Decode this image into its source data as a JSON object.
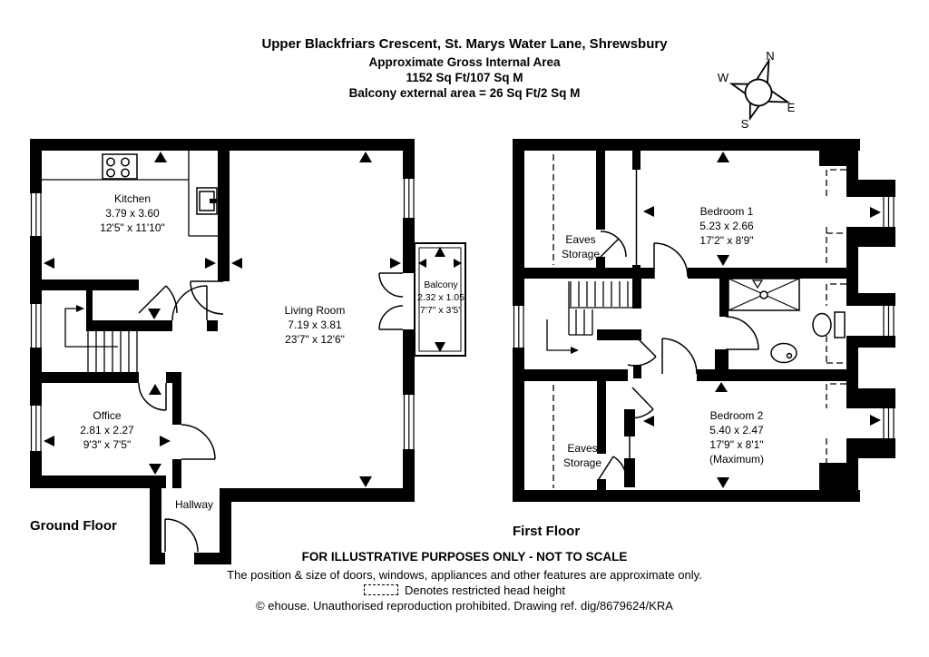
{
  "header": {
    "title": "Upper Blackfriars Crescent, St. Marys Water Lane, Shrewsbury",
    "subtitle": "Approximate Gross Internal Area",
    "area": "1152 Sq Ft/107 Sq M",
    "balcony_area": "Balcony external area = 26 Sq Ft/2 Sq M"
  },
  "compass": {
    "n": "N",
    "e": "E",
    "s": "S",
    "w": "W"
  },
  "floors": {
    "ground": {
      "label": "Ground Floor",
      "rooms": {
        "kitchen": {
          "name": "Kitchen",
          "metric": "3.79 x 3.60",
          "imperial": "12'5\" x 11'10\""
        },
        "living": {
          "name": "Living Room",
          "metric": "7.19 x 3.81",
          "imperial": "23'7\" x 12'6\""
        },
        "office": {
          "name": "Office",
          "metric": "2.81 x 2.27",
          "imperial": "9'3\" x 7'5\""
        },
        "balcony": {
          "name": "Balcony",
          "metric": "2.32 x 1.05",
          "imperial": "7'7\" x 3'5\""
        },
        "hallway": {
          "name": "Hallway"
        }
      }
    },
    "first": {
      "label": "First Floor",
      "rooms": {
        "bedroom1": {
          "name": "Bedroom 1",
          "metric": "5.23 x 2.66",
          "imperial": "17'2\" x 8'9\""
        },
        "bedroom2": {
          "name": "Bedroom 2",
          "metric": "5.40 x 2.47",
          "imperial": "17'9\" x 8'1\"",
          "note": "(Maximum)"
        },
        "eaves1": {
          "line1": "Eaves",
          "line2": "Storage"
        },
        "eaves2": {
          "line1": "Eaves",
          "line2": "Storage"
        }
      }
    }
  },
  "footer": {
    "disclaimer1": "FOR ILLUSTRATIVE PURPOSES ONLY - NOT TO SCALE",
    "disclaimer2": "The position & size of doors, windows, appliances and other features are approximate only.",
    "legend_restricted": "Denotes restricted head height",
    "copyright": "© ehouse. Unauthorised reproduction prohibited. Drawing ref. dig/8679624/KRA"
  },
  "colors": {
    "ink": "#000000",
    "background": "#ffffff"
  }
}
